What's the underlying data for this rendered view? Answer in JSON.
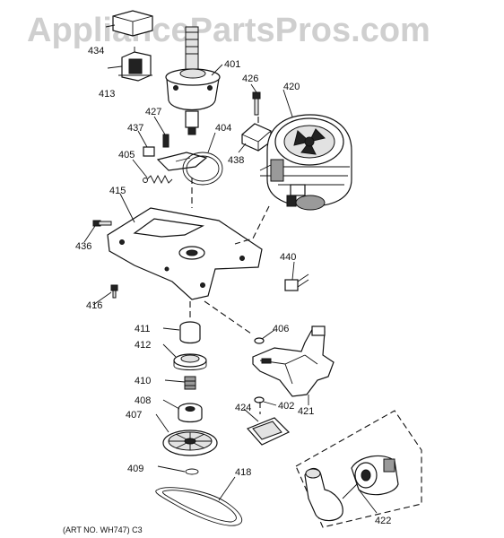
{
  "watermark": "AppliancePartsPros.com",
  "art_number": "(ART NO. WH747) C3",
  "callouts": [
    {
      "id": "434",
      "label": "434"
    },
    {
      "id": "413",
      "label": "413"
    },
    {
      "id": "401",
      "label": "401"
    },
    {
      "id": "426",
      "label": "426"
    },
    {
      "id": "420",
      "label": "420"
    },
    {
      "id": "427",
      "label": "427"
    },
    {
      "id": "437",
      "label": "437"
    },
    {
      "id": "404",
      "label": "404"
    },
    {
      "id": "438",
      "label": "438"
    },
    {
      "id": "405",
      "label": "405"
    },
    {
      "id": "415",
      "label": "415"
    },
    {
      "id": "436",
      "label": "436"
    },
    {
      "id": "440",
      "label": "440"
    },
    {
      "id": "416",
      "label": "416"
    },
    {
      "id": "411",
      "label": "411"
    },
    {
      "id": "406",
      "label": "406"
    },
    {
      "id": "412",
      "label": "412"
    },
    {
      "id": "410",
      "label": "410"
    },
    {
      "id": "402",
      "label": "402"
    },
    {
      "id": "408",
      "label": "408"
    },
    {
      "id": "421",
      "label": "421"
    },
    {
      "id": "424",
      "label": "424"
    },
    {
      "id": "407",
      "label": "407"
    },
    {
      "id": "409",
      "label": "409"
    },
    {
      "id": "418",
      "label": "418"
    },
    {
      "id": "422",
      "label": "422"
    }
  ]
}
